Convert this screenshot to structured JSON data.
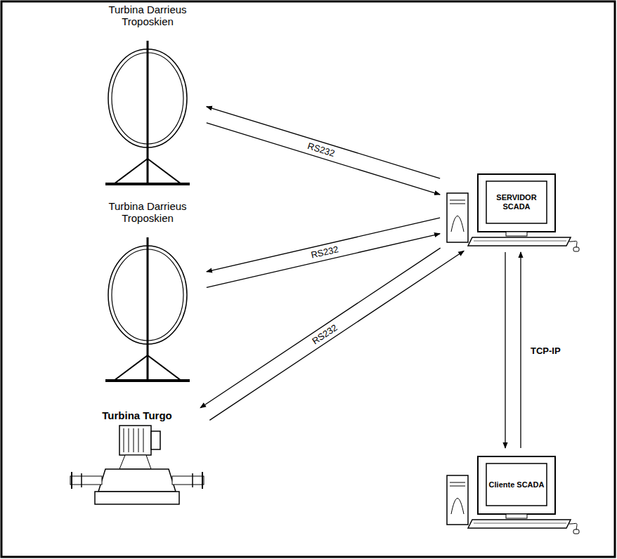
{
  "diagram": {
    "nodes": [
      {
        "text": [
          "Turbina Darrieus Troposkien"
        ]
      },
      {
        "text": [
          "Turbina Darrieus Troposkien"
        ]
      },
      {
        "text": [
          "Turbina Turgo"
        ]
      },
      {
        "text": [
          "SERVIDOR SCADA"
        ]
      },
      {
        "text": [
          "Cliente SCADA"
        ]
      }
    ],
    "edges": [
      {
        "from": 0,
        "to": 3,
        "arrow": "to"
      },
      {
        "from": 3,
        "to": 0,
        "label": "RS232",
        "arrow": "to"
      },
      {
        "from": 1,
        "to": 3,
        "arrow": "to"
      },
      {
        "from": 3,
        "to": 1,
        "label": "RS232",
        "arrow": "to"
      },
      {
        "from": 2,
        "to": 3,
        "arrow": "to"
      },
      {
        "from": 3,
        "to": 2,
        "label": "RS232",
        "arrow": "to"
      },
      {
        "from": 4,
        "to": 3,
        "arrow": "to"
      },
      {
        "from": 3,
        "to": 4,
        "label": "TCP-IP",
        "arrow": "to"
      }
    ]
  }
}
